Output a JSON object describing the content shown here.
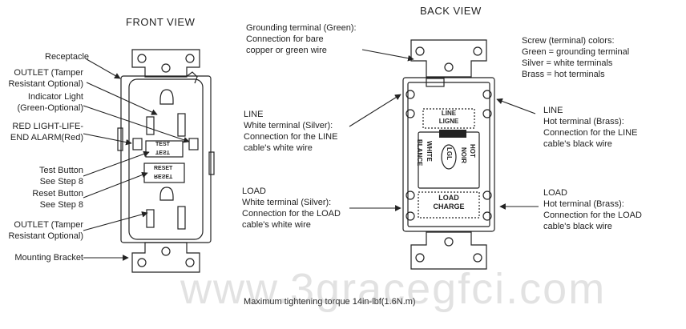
{
  "front": {
    "title": "FRONT VIEW",
    "labels": {
      "receptacle": [
        "Receptacle"
      ],
      "outlet_top": [
        "OUTLET (Tamper",
        "Resistant Optional)"
      ],
      "indicator": [
        "Indicator Light",
        "(Green-Optional)"
      ],
      "red_light": [
        "RED LIGHT-LIFE-",
        "END ALARM(Red)"
      ],
      "test": [
        "Test Button",
        "See Step 8"
      ],
      "reset": [
        "Reset Button",
        "See Step 8"
      ],
      "outlet_bottom": [
        "OUTLET (Tamper",
        "Resistant Optional)"
      ],
      "bracket": [
        "Mounting Bracket"
      ]
    },
    "device": {
      "test_text": "TEST",
      "test_text_inv": "TEST",
      "reset_text": "RESET",
      "reset_text_inv": "RESET"
    }
  },
  "back": {
    "title": "BACK VIEW",
    "labels": {
      "ground": [
        "Grounding terminal (Green):",
        "Connection for bare",
        "copper or green wire"
      ],
      "colors": [
        "Screw (terminal) colors:",
        "Green = grounding terminal",
        "Silver = white terminals",
        "Brass = hot terminals"
      ],
      "line_left": [
        "LINE",
        "White terminal (Silver):",
        "Connection for the LINE",
        "cable's white wire"
      ],
      "line_right": [
        "LINE",
        "Hot terminal (Brass):",
        "Connection for the LINE",
        "cable's black  wire"
      ],
      "load_left": [
        "LOAD",
        "White terminal (Silver):",
        "Connection for the LOAD",
        "cable's white wire"
      ],
      "load_right": [
        "LOAD",
        "Hot terminal (Brass):",
        "Connection for the LOAD",
        "cable's black  wire"
      ]
    },
    "device": {
      "line": "LINE",
      "ligne": "LIGNE",
      "white": "WHITE",
      "blance": "BLANCE",
      "lgl": "LGL",
      "hot": "HOT",
      "noir": "NOIR",
      "load": "LOAD",
      "charge": "CHARGE"
    }
  },
  "torque_note": "Maximum tightening torque 14in-lbf(1.6N.m)",
  "watermark": "www.3gracegfci.com"
}
